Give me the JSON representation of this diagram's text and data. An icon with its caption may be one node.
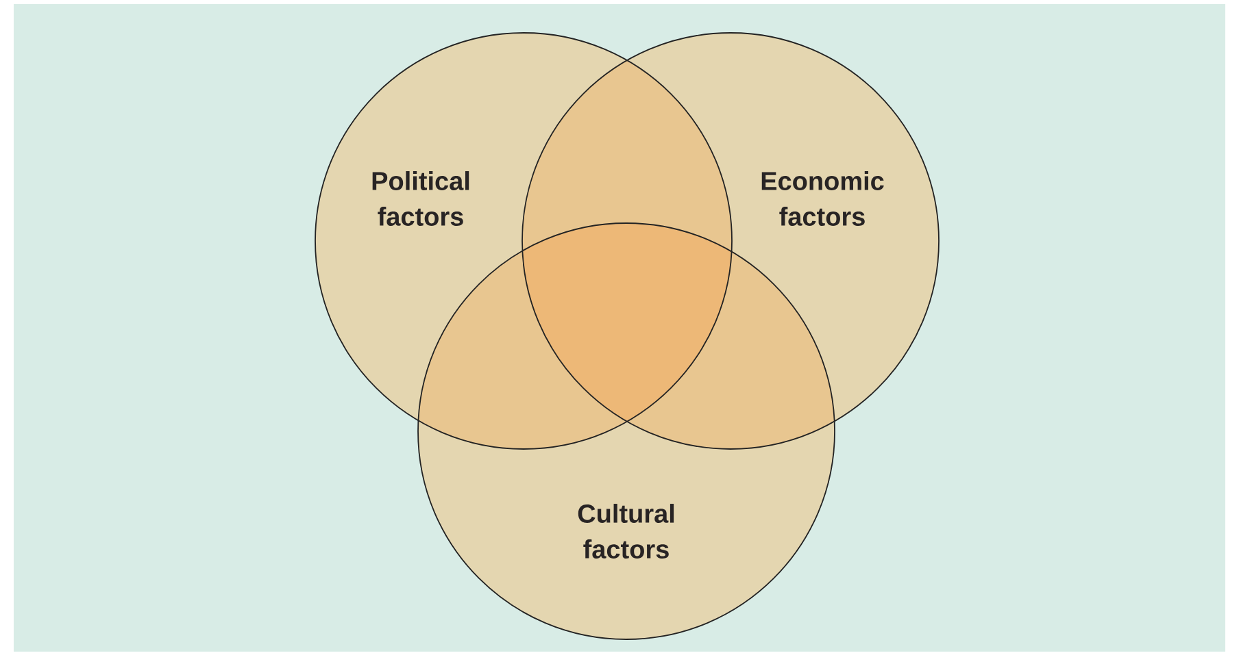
{
  "diagram": {
    "nodes": [
      {
        "text": [
          "Political factors"
        ]
      },
      {
        "text": [
          "Economic factors"
        ]
      },
      {
        "text": [
          "Cultural factors"
        ]
      }
    ]
  }
}
